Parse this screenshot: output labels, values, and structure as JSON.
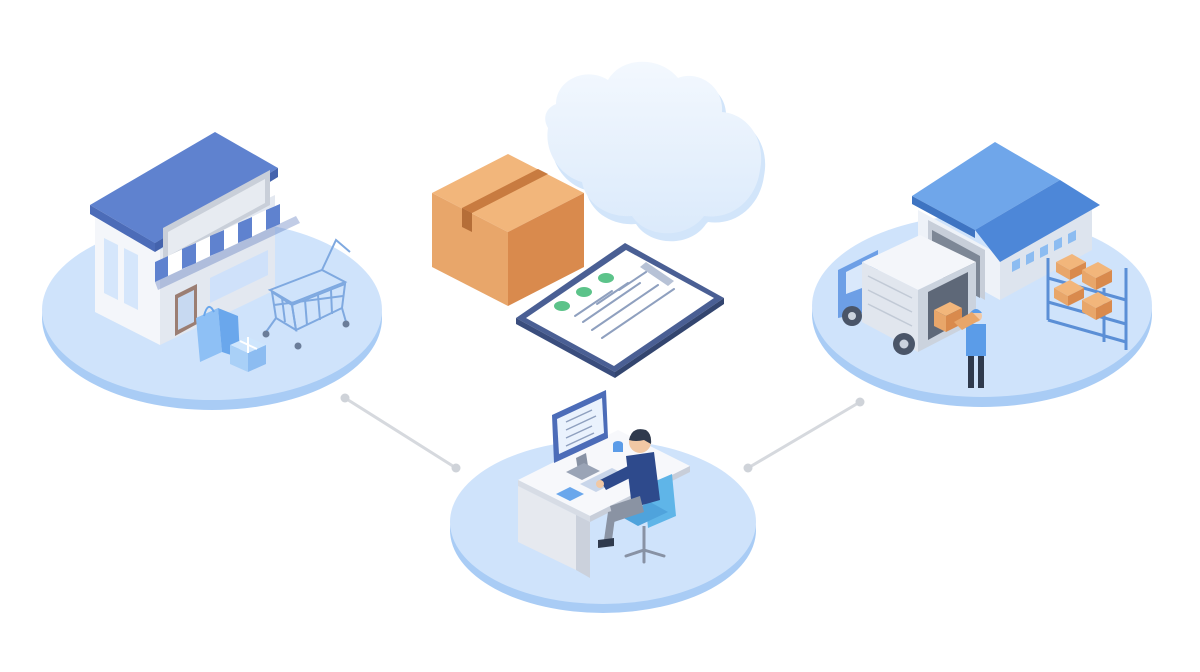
{
  "diagram": {
    "nodes": [
      {
        "id": "store",
        "icon": "storefront-icon"
      },
      {
        "id": "operator",
        "icon": "computer-workstation-icon"
      },
      {
        "id": "warehouse",
        "icon": "warehouse-icon"
      }
    ],
    "center_items": [
      {
        "id": "package",
        "icon": "cardboard-box-icon"
      },
      {
        "id": "cloud",
        "icon": "cloud-icon"
      },
      {
        "id": "checklist",
        "icon": "clipboard-checklist-icon"
      }
    ],
    "connections": [
      {
        "from": "store",
        "to": "operator"
      },
      {
        "from": "warehouse",
        "to": "operator"
      }
    ],
    "colors": {
      "platform": "#cfe3fb",
      "platform_edge": "#a9ccf5",
      "connector": "#d6d9de",
      "roof": "#5f82cf",
      "box": "#e8a66a",
      "cloud": "#e6f1fc"
    }
  }
}
